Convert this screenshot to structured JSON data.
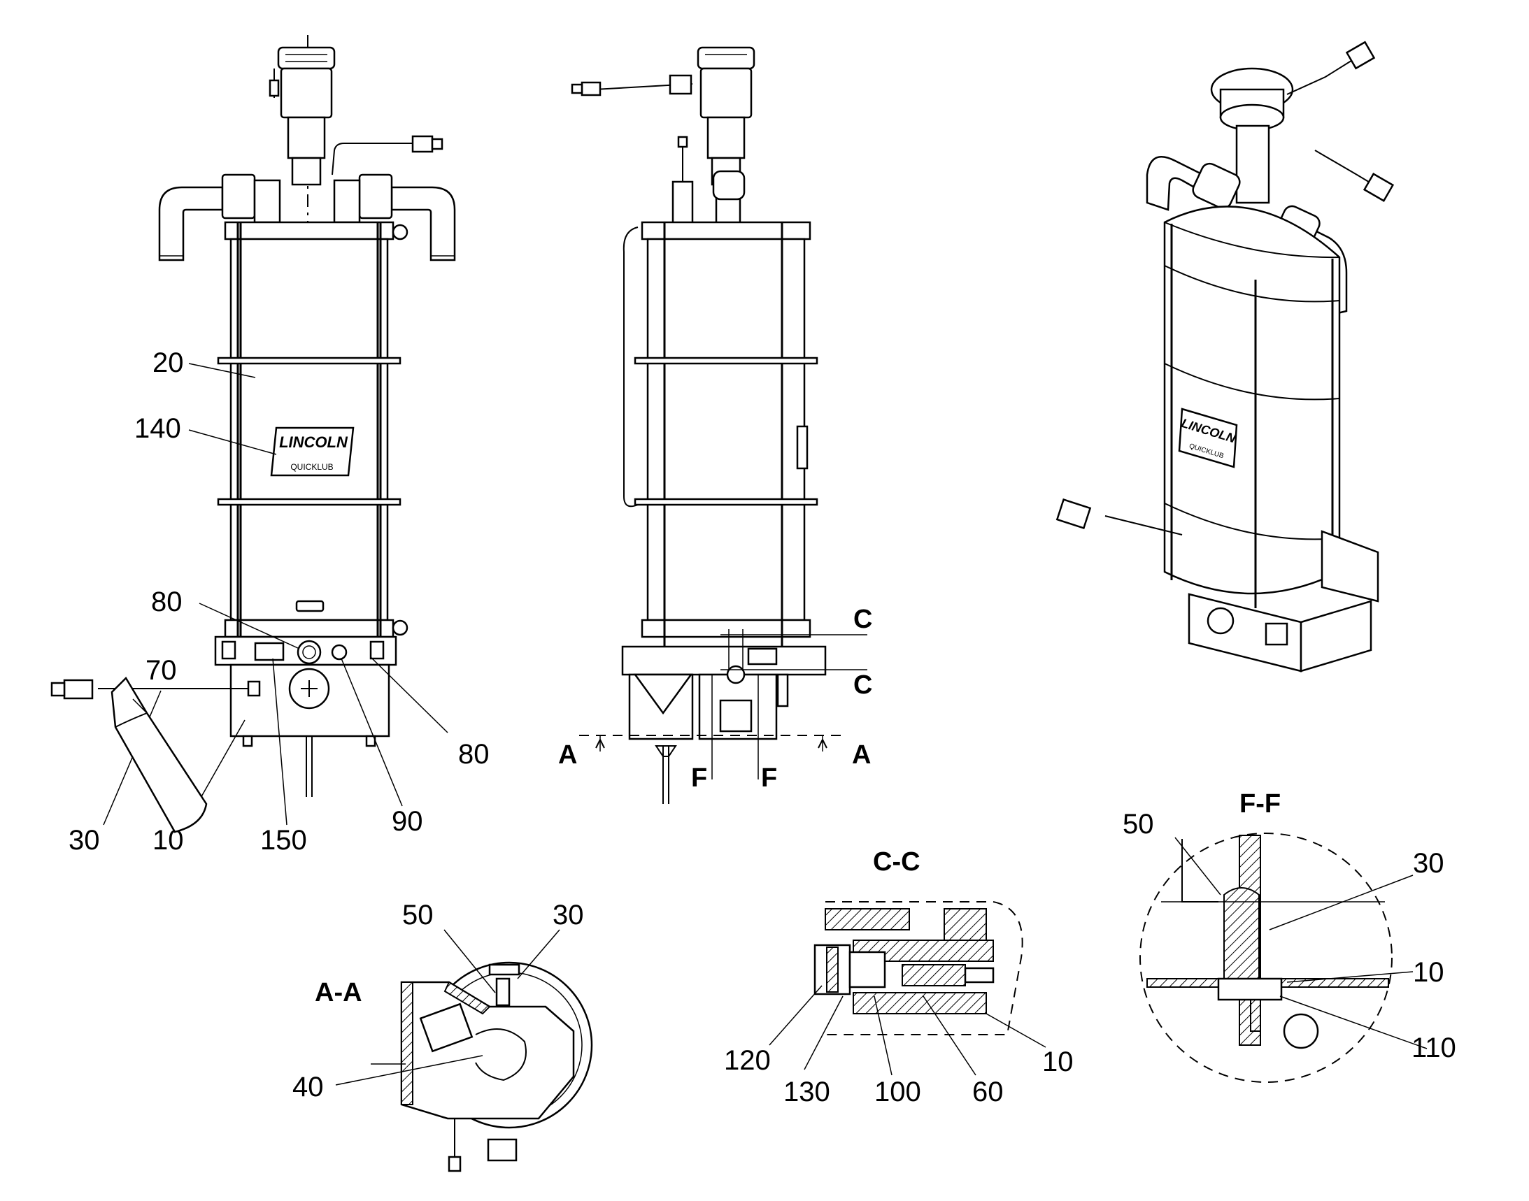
{
  "views": {
    "front": {
      "callouts": {
        "c20": "20",
        "c140": "140",
        "c80a": "80",
        "c80b": "80",
        "c30": "30",
        "c10": "10",
        "c150": "150",
        "c90": "90"
      },
      "logo_text": "LINCOLN",
      "logo_sub": "QUICKLUB"
    },
    "side": {
      "section_marks": {
        "c_top": "C",
        "c_bottom": "C",
        "a_left": "A",
        "a_right": "A",
        "f_left": "F",
        "f_right": "F"
      }
    },
    "iso": {
      "logo_text": "LINCOLN",
      "logo_sub": "QUICKLUB"
    },
    "tube": {
      "callout": "70"
    },
    "section_aa": {
      "title": "A-A",
      "callouts": {
        "c50": "50",
        "c30": "30",
        "c40": "40"
      }
    },
    "section_cc": {
      "title": "C-C",
      "callouts": {
        "c120": "120",
        "c130": "130",
        "c100": "100",
        "c60": "60",
        "c10": "10"
      }
    },
    "section_ff": {
      "title": "F-F",
      "callouts": {
        "c50": "50",
        "c30": "30",
        "c10": "10",
        "c110": "110"
      }
    }
  },
  "colors": {
    "line": "#000000",
    "background": "#ffffff"
  }
}
